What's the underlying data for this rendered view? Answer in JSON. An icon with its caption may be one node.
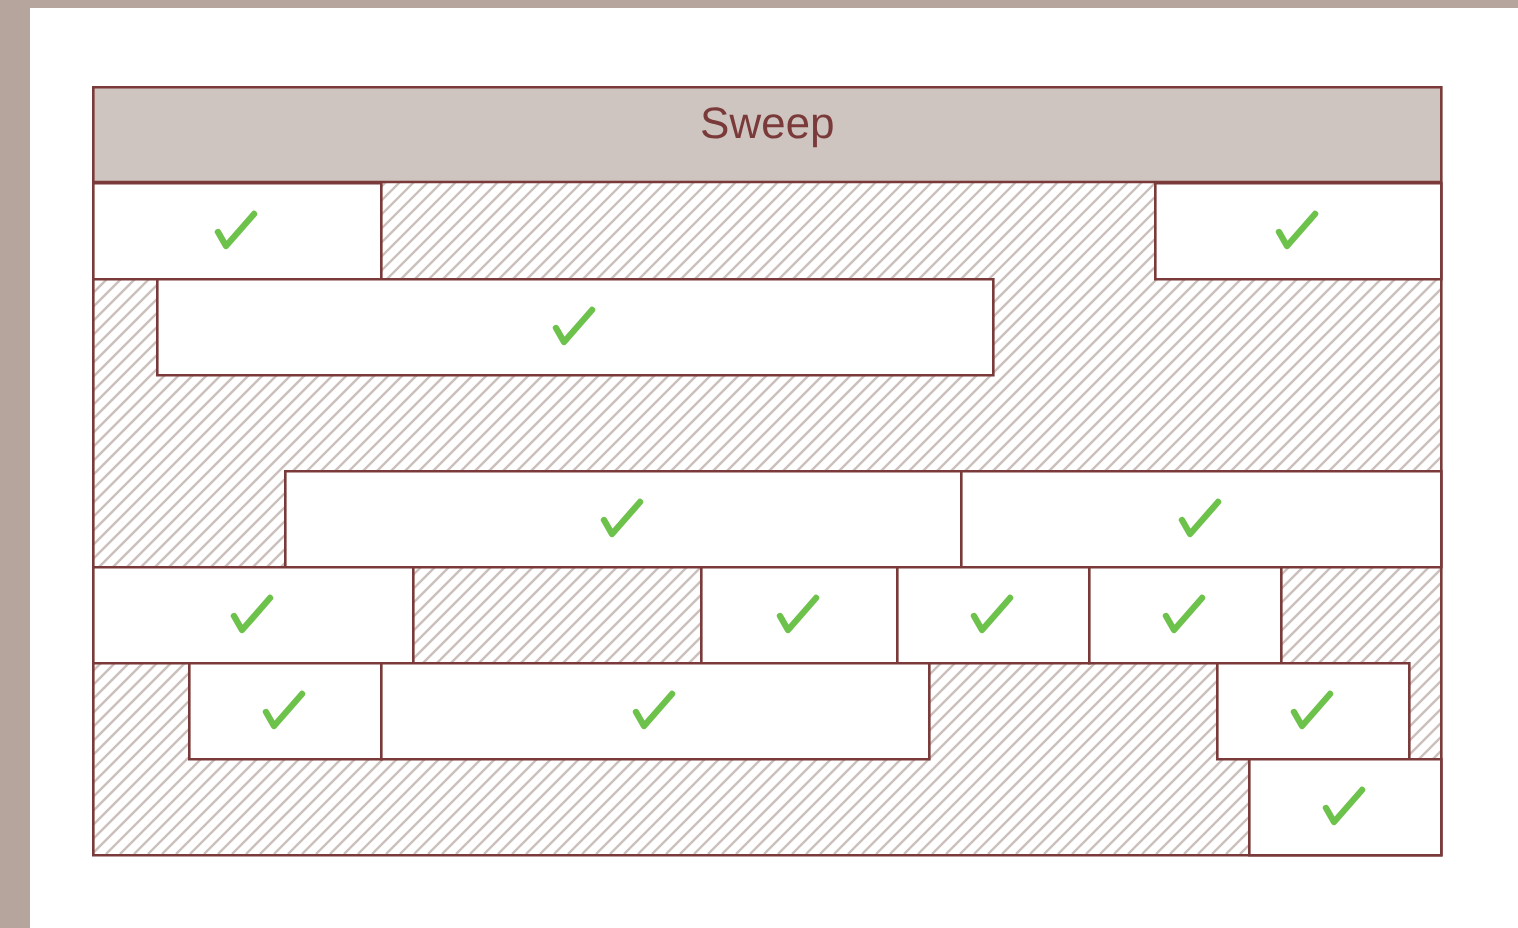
{
  "diagram": {
    "nodes": [
      {
        "text": [
          "Sweep"
        ]
      },
      {
        "text": [],
        "shape": "box",
        "in": 0
      },
      {
        "text": [],
        "shape": "box",
        "in": 0
      },
      {
        "text": [],
        "shape": "box",
        "in": 0
      },
      {
        "text": [],
        "shape": "box",
        "in": 0
      },
      {
        "text": [],
        "shape": "box",
        "in": 0
      },
      {
        "text": [],
        "shape": "box",
        "in": 0
      },
      {
        "text": [],
        "shape": "box",
        "in": 0
      },
      {
        "text": [],
        "shape": "box",
        "in": 0
      },
      {
        "text": [],
        "shape": "box",
        "in": 0
      },
      {
        "text": [],
        "shape": "box",
        "in": 0
      },
      {
        "text": [],
        "shape": "box",
        "in": 0
      },
      {
        "text": [],
        "shape": "box",
        "in": 0
      },
      {
        "text": [],
        "shape": "box",
        "in": 0
      }
    ]
  }
}
